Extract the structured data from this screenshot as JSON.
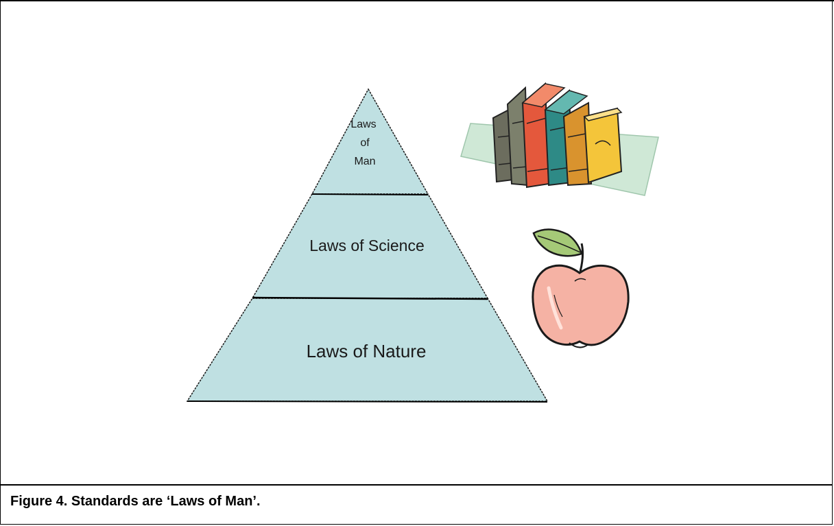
{
  "diagram": {
    "tiers": [
      {
        "label_lines": [
          "Laws",
          "of",
          "Man"
        ]
      },
      {
        "label": "Laws of Science"
      },
      {
        "label": "Laws of Nature"
      }
    ],
    "colors": {
      "pyramid_fill": "#bfe0e2",
      "outline": "#1a1a1a"
    },
    "illustrations": [
      "books-clipart",
      "apple-clipart"
    ]
  },
  "caption": "Figure 4. Standards are ‘Laws of Man’."
}
